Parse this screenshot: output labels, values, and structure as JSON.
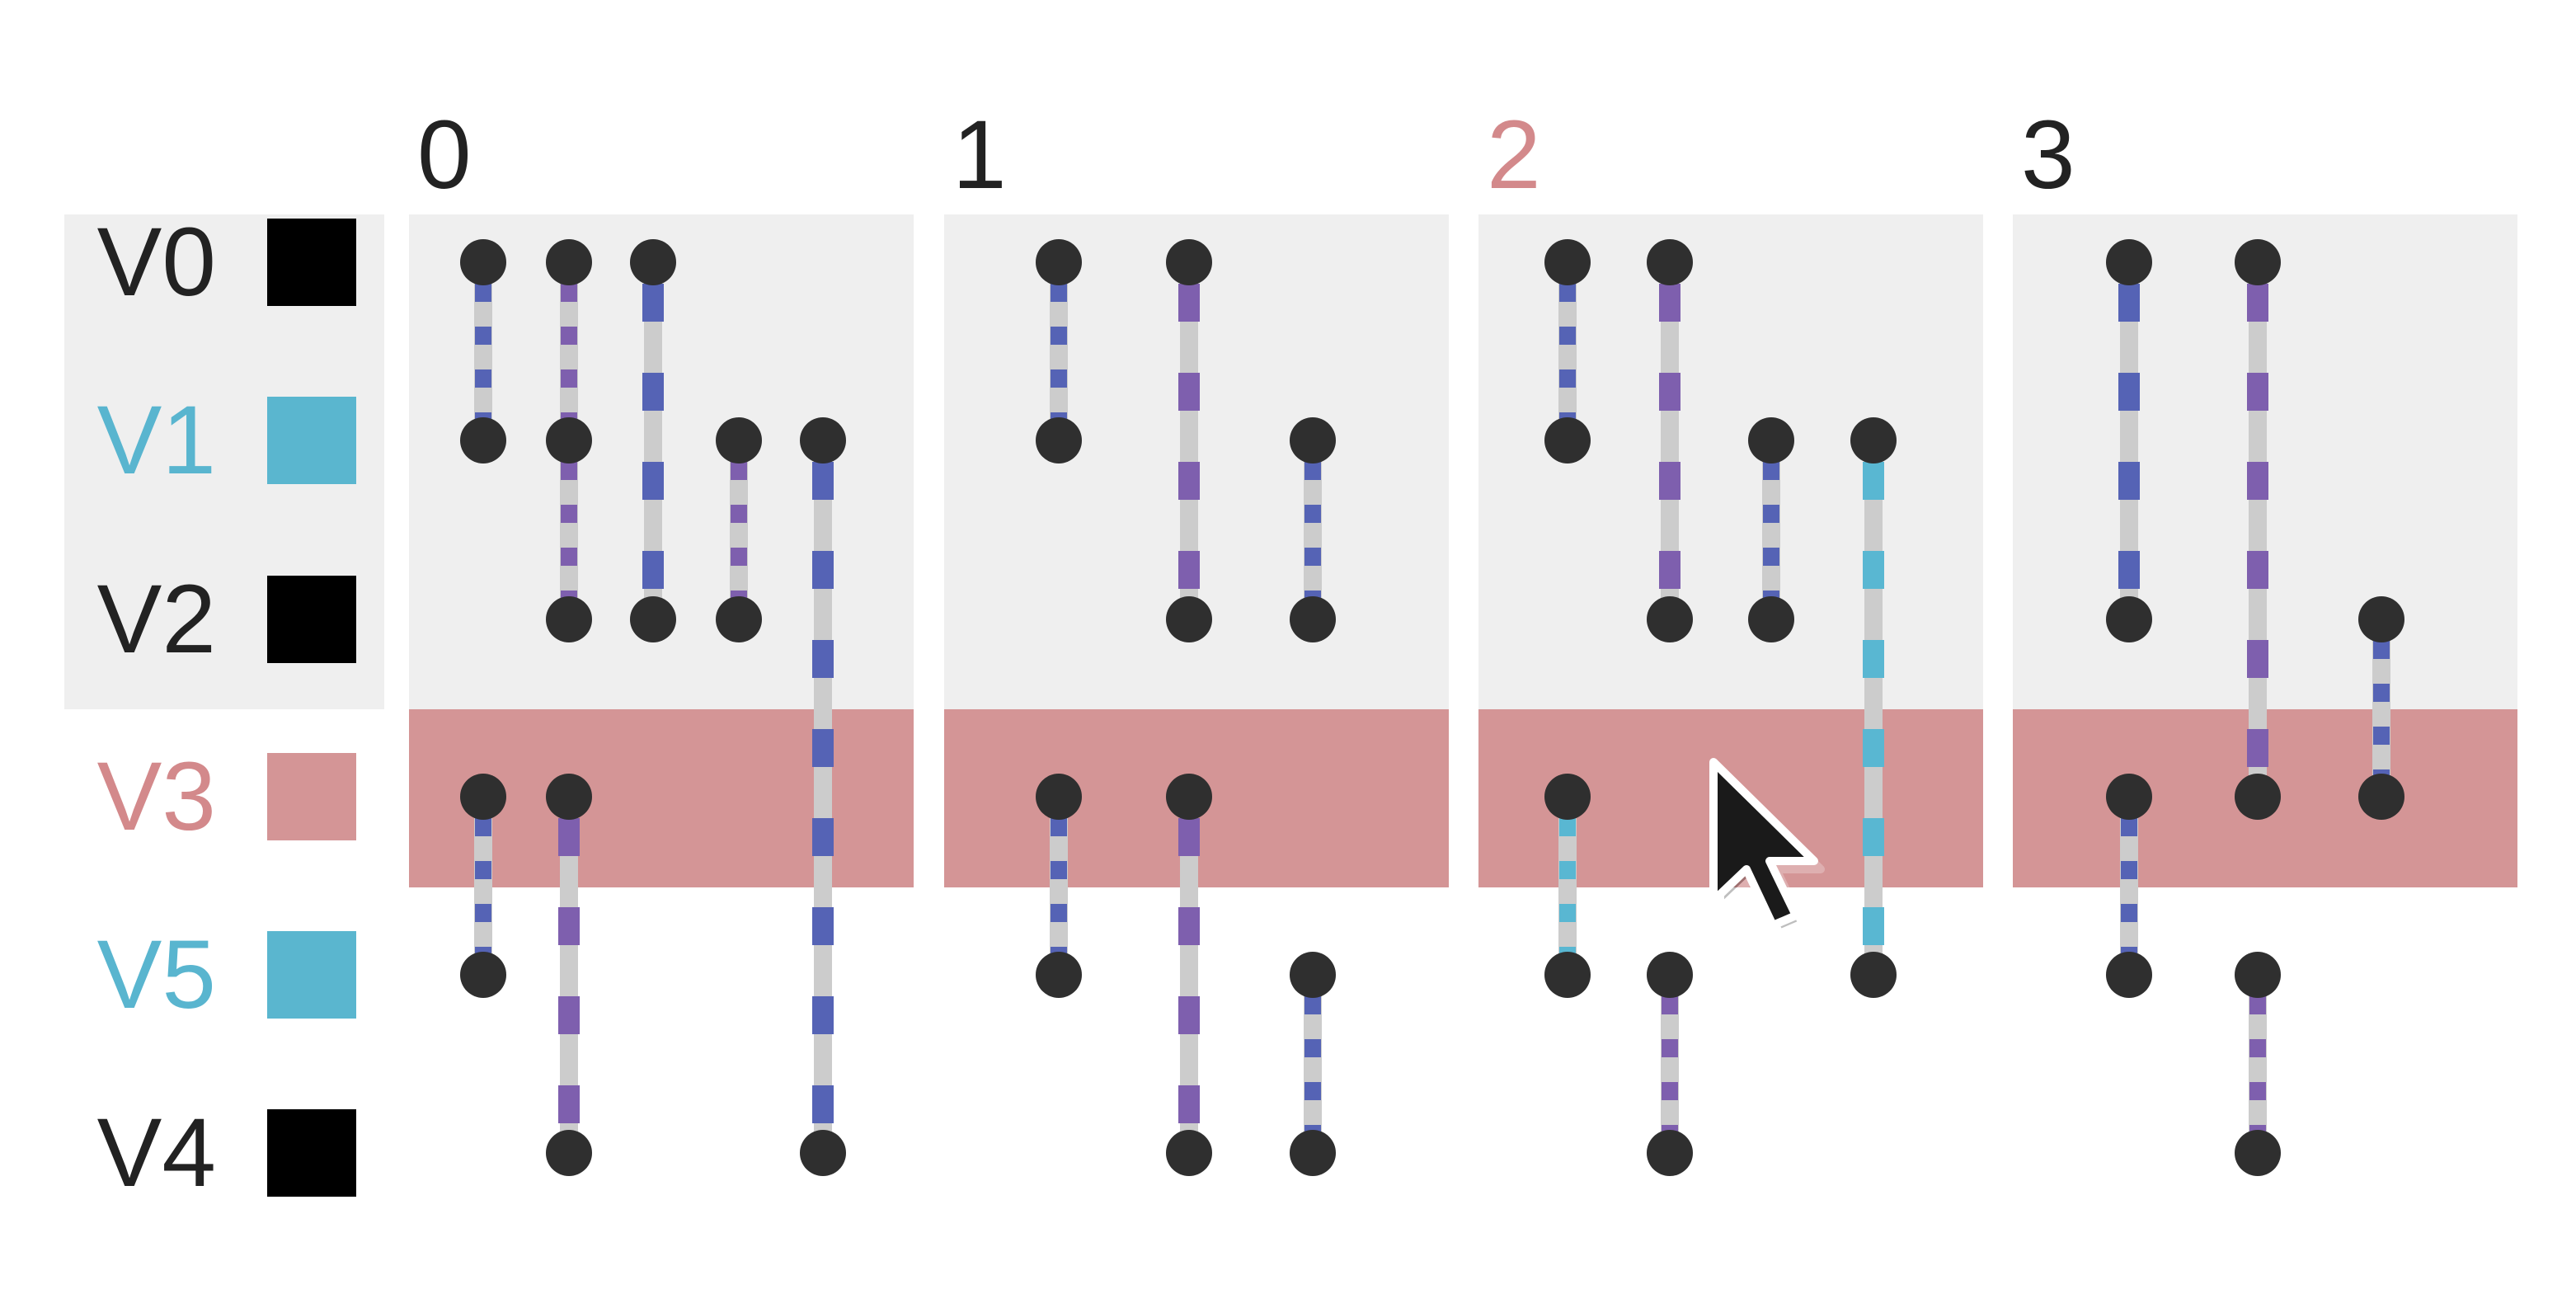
{
  "colors": {
    "panel_bg": "#efefef",
    "highlight_row": "#d49596",
    "label_default": "#222222",
    "label_cyan": "#59b5cf",
    "label_pink": "#d3898b",
    "swatch_black": "#000000",
    "swatch_cyan": "#5ab6cf",
    "swatch_pink": "#d49596",
    "node": "#2f2f2f",
    "edge_base": "#cccccc",
    "dash_blue": "#5563b5",
    "dash_purple": "#7e5fae",
    "dash_cyan": "#59b7d2"
  },
  "rows": [
    {
      "label": "V0",
      "label_color": "label_default",
      "swatch": "swatch_black",
      "selected_group": true
    },
    {
      "label": "V1",
      "label_color": "label_cyan",
      "swatch": "swatch_cyan",
      "selected_group": true
    },
    {
      "label": "V2",
      "label_color": "label_default",
      "swatch": "swatch_black",
      "selected_group": true
    },
    {
      "label": "V3",
      "label_color": "label_pink",
      "swatch": "swatch_pink",
      "highlighted": true
    },
    {
      "label": "V5",
      "label_color": "label_cyan",
      "swatch": "swatch_cyan"
    },
    {
      "label": "V4",
      "label_color": "label_default",
      "swatch": "swatch_black"
    }
  ],
  "panels": [
    {
      "label": "0",
      "label_color": "label_default",
      "edges": [
        {
          "col": 0,
          "from": 0,
          "to": 1,
          "dash": "dash_blue"
        },
        {
          "col": 1,
          "from": 0,
          "to": 1,
          "dash": "dash_purple"
        },
        {
          "col": 1,
          "from": 1,
          "to": 2,
          "dash": "dash_purple"
        },
        {
          "col": 2,
          "from": 0,
          "to": 2,
          "dash": "dash_blue"
        },
        {
          "col": 3,
          "from": 1,
          "to": 2,
          "dash": "dash_purple"
        },
        {
          "col": 4,
          "from": 1,
          "to": 5,
          "dash": "dash_blue"
        },
        {
          "col": 0,
          "from": 3,
          "to": 4,
          "dash": "dash_blue"
        },
        {
          "col": 1,
          "from": 3,
          "to": 5,
          "dash": "dash_purple"
        }
      ]
    },
    {
      "label": "1",
      "label_color": "label_default",
      "edges": [
        {
          "col": 0,
          "from": 0,
          "to": 1,
          "dash": "dash_blue"
        },
        {
          "col": 1,
          "from": 0,
          "to": 2,
          "dash": "dash_purple"
        },
        {
          "col": 2,
          "from": 1,
          "to": 2,
          "dash": "dash_blue"
        },
        {
          "col": 0,
          "from": 3,
          "to": 4,
          "dash": "dash_blue"
        },
        {
          "col": 1,
          "from": 3,
          "to": 5,
          "dash": "dash_purple"
        },
        {
          "col": 2,
          "from": 4,
          "to": 5,
          "dash": "dash_blue"
        }
      ]
    },
    {
      "label": "2",
      "label_color": "label_pink",
      "edges": [
        {
          "col": 0,
          "from": 0,
          "to": 1,
          "dash": "dash_blue"
        },
        {
          "col": 1,
          "from": 0,
          "to": 2,
          "dash": "dash_purple"
        },
        {
          "col": 2,
          "from": 1,
          "to": 2,
          "dash": "dash_blue"
        },
        {
          "col": 3,
          "from": 1,
          "to": 4,
          "dash": "dash_cyan"
        },
        {
          "col": 0,
          "from": 3,
          "to": 4,
          "dash": "dash_cyan"
        },
        {
          "col": 1,
          "from": 4,
          "to": 5,
          "dash": "dash_purple"
        }
      ]
    },
    {
      "label": "3",
      "label_color": "label_default",
      "edges": [
        {
          "col": 0,
          "from": 0,
          "to": 2,
          "dash": "dash_blue"
        },
        {
          "col": 1,
          "from": 0,
          "to": 3,
          "dash": "dash_purple"
        },
        {
          "col": 2,
          "from": 2,
          "to": 3,
          "dash": "dash_blue"
        },
        {
          "col": 0,
          "from": 3,
          "to": 4,
          "dash": "dash_blue"
        },
        {
          "col": 1,
          "from": 4,
          "to": 5,
          "dash": "dash_purple"
        }
      ]
    }
  ],
  "cursor": {
    "icon": "mouse-pointer-icon",
    "panel": 2
  }
}
